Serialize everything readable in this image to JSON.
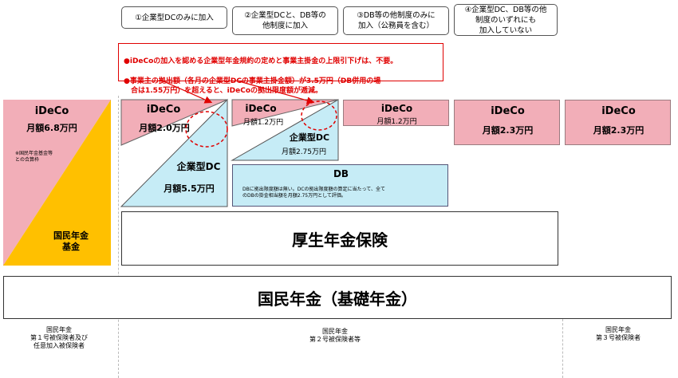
{
  "headers": [
    "①企業型DCのみに加入",
    "②企業型DCと、DB等の\n他制度に加入",
    "③DB等の他制度のみに\n加入（公務員を含む）",
    "④企業型DC、DB等の他\n制度のいずれにも\n加入していない"
  ],
  "notes": [
    "●iDeCoの加入を認める企業型年金規約の定めと事業主掛金の上限引下げは、不要。",
    "●事業主の拠出額（各月の企業型DCの事業主掛金額）が3.5万円（DB併用の場\n　合は1.55万円）を超えると、iDeCoの拠出限度額が逓減。"
  ],
  "first_col": {
    "ideco": "iDeCo",
    "ideco_amount": "月額6.8万円",
    "note": "※国民年金基金等\nとの合算枠",
    "kokumin_kikin": "国民年金\n基金"
  },
  "col1": {
    "ideco": "iDeCo",
    "ideco_amount": "月額2.0万円",
    "dc": "企業型DC",
    "dc_amount": "月額5.5万円"
  },
  "col2": {
    "ideco": "iDeCo",
    "ideco_amount": "月額1.2万円",
    "dc": "企業型DC",
    "dc_amount": "月額2.75万円"
  },
  "col3": {
    "ideco": "iDeCo",
    "ideco_amount": "月額1.2万円"
  },
  "col4": {
    "ideco": "iDeCo",
    "ideco_amount": "月額2.3万円"
  },
  "col5": {
    "ideco": "iDeCo",
    "ideco_amount": "月額2.3万円"
  },
  "db": {
    "title": "DB",
    "note": "DBに拠出限度額は無い。DCの拠出限度額の算定に当たって、全て\nのDBの掛金相当額を月額2.75万円として評価。"
  },
  "kosei": "厚生年金保険",
  "kiso": "国民年金（基礎年金）",
  "footers": [
    "国民年金\n第１号被保険者及び\n任意加入被保険者",
    "国民年金\n第２号被保険者等",
    "国民年金\n第３号被保険者"
  ],
  "colors": {
    "pink": "#f2aeb8",
    "blue": "#c6ecf6",
    "gold": "#ffc000",
    "red": "#e00000"
  }
}
